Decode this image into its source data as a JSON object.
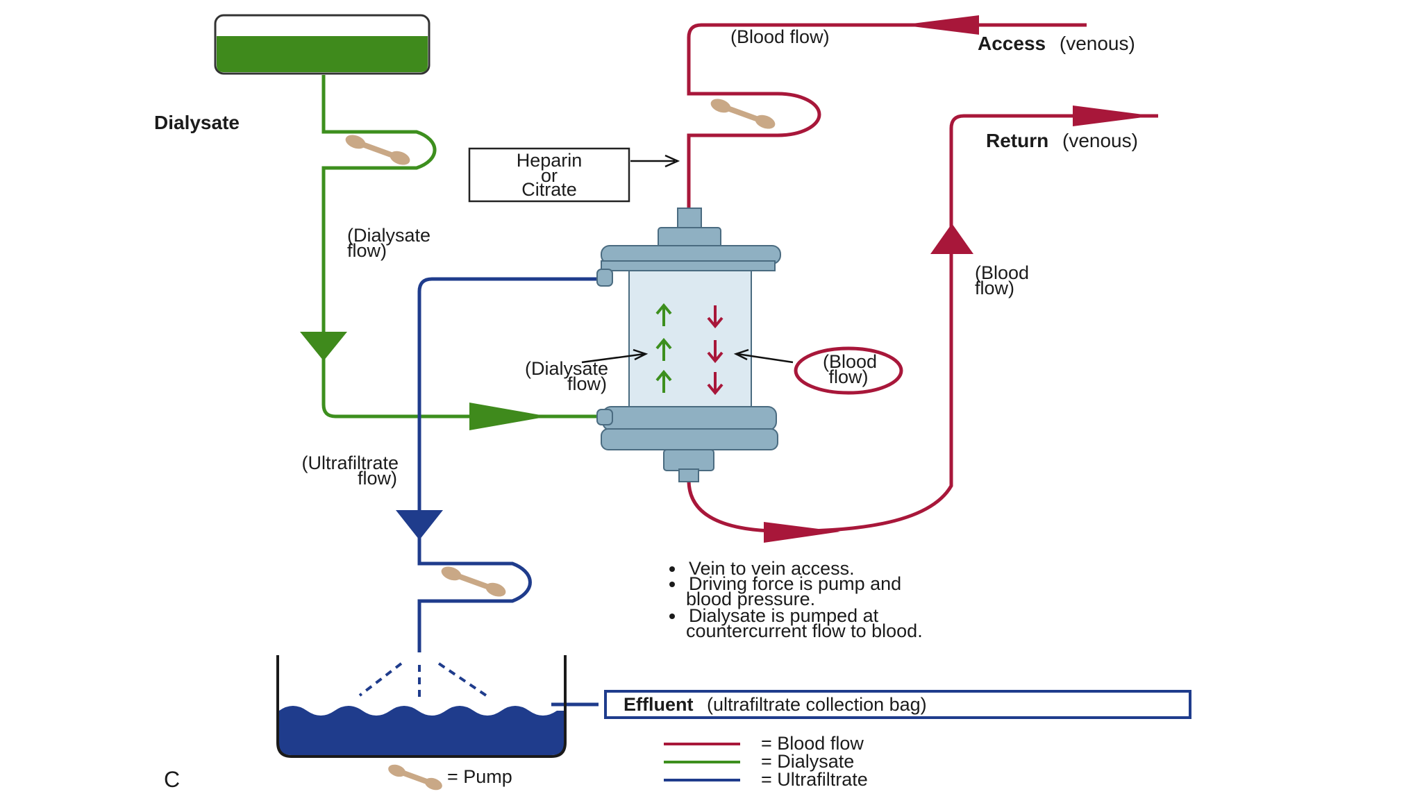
{
  "colors": {
    "blood": "#a8173a",
    "dialysate": "#3d8f1e",
    "ultrafiltrate": "#1f3c8c",
    "dialysate_fluid": "#3f8a1c",
    "effluent_fluid": "#1f3c8c",
    "pump_rotor": "#c9a886",
    "filter_cap": "#8fb0c2",
    "filter_body": "#dce9f1"
  },
  "labels": {
    "dialysate": "Dialysate",
    "dialysate_flow": [
      "(Dialysate",
      "flow)"
    ],
    "dialysate_flow_filter": [
      "(Dialysate",
      "flow)"
    ],
    "ultrafiltrate_flow": [
      "(Ultrafiltrate",
      "flow)"
    ],
    "blood_flow_top": "(Blood flow)",
    "access_bold": "Access",
    "access_rest": "(venous)",
    "return_bold": "Return",
    "return_rest": "(venous)",
    "blood_flow_right": [
      "(Blood",
      "flow)"
    ],
    "blood_flow_filter": [
      "(Blood",
      "flow)"
    ],
    "anticoagulant": [
      "Heparin",
      "or",
      "Citrate"
    ],
    "effluent_bold": "Effluent",
    "effluent_rest": "(ultrafiltrate collection bag)",
    "panel_letter": "C"
  },
  "notes": [
    [
      "Vein to vein access."
    ],
    [
      "Driving force is pump and",
      "blood pressure."
    ],
    [
      "Dialysate is pumped at",
      "countercurrent flow to blood."
    ]
  ],
  "legend": {
    "items": [
      {
        "key": "blood",
        "label": "= Blood flow"
      },
      {
        "key": "dialysate",
        "label": "= Dialysate"
      },
      {
        "key": "ultrafiltrate",
        "label": "= Ultrafiltrate"
      }
    ],
    "pump_label": "= Pump"
  }
}
